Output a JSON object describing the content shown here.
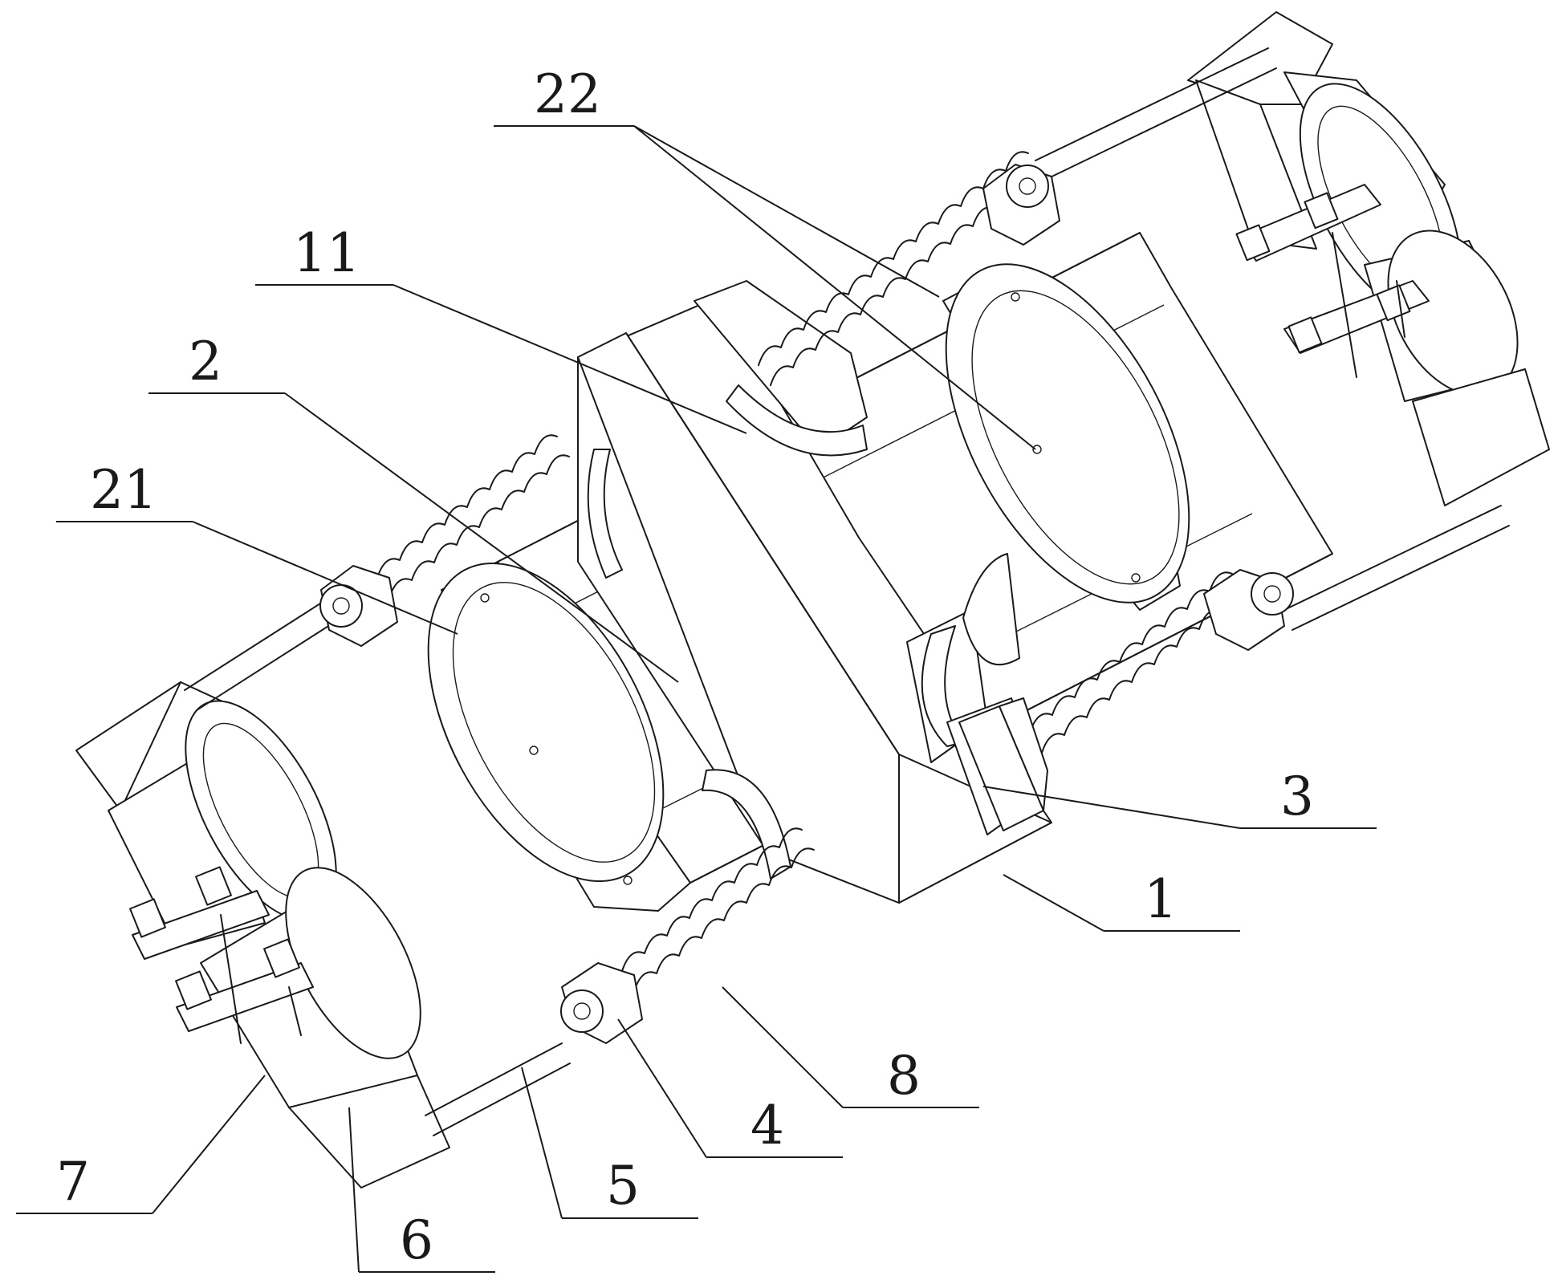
{
  "callouts": [
    {
      "id": "22",
      "label": "22"
    },
    {
      "id": "11",
      "label": "11"
    },
    {
      "id": "2",
      "label": "2"
    },
    {
      "id": "21",
      "label": "21"
    },
    {
      "id": "3",
      "label": "3"
    },
    {
      "id": "1",
      "label": "1"
    },
    {
      "id": "8",
      "label": "8"
    },
    {
      "id": "4",
      "label": "4"
    },
    {
      "id": "5",
      "label": "5"
    },
    {
      "id": "7",
      "label": "7"
    },
    {
      "id": "6",
      "label": "6"
    }
  ]
}
